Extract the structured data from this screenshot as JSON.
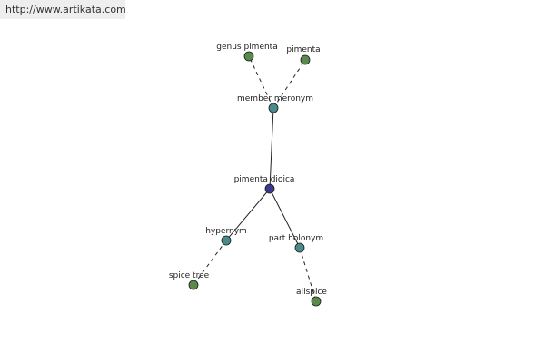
{
  "header": {
    "url": "http://www.artikata.com"
  },
  "colors": {
    "center": "#3a3a8c",
    "relation": "#4a8a8a",
    "leaf": "#5a8a4a",
    "line": "#222222",
    "label": "#222222"
  },
  "nodes": [
    {
      "id": "center",
      "label": "pimenta dioica",
      "kind": "center"
    },
    {
      "id": "member",
      "label": "member meronym",
      "kind": "relation"
    },
    {
      "id": "hypernym",
      "label": "hypernym",
      "kind": "relation"
    },
    {
      "id": "partholonym",
      "label": "part holonym",
      "kind": "relation"
    },
    {
      "id": "genus",
      "label": "genus pimenta",
      "kind": "leaf"
    },
    {
      "id": "pimenta",
      "label": "pimenta",
      "kind": "leaf"
    },
    {
      "id": "spicetree",
      "label": "spice tree",
      "kind": "leaf"
    },
    {
      "id": "allspice",
      "label": "allspice",
      "kind": "leaf"
    }
  ],
  "edges": [
    {
      "from": "center",
      "to": "member",
      "style": "solid"
    },
    {
      "from": "center",
      "to": "hypernym",
      "style": "solid"
    },
    {
      "from": "center",
      "to": "partholonym",
      "style": "solid"
    },
    {
      "from": "member",
      "to": "genus",
      "style": "dashed"
    },
    {
      "from": "member",
      "to": "pimenta",
      "style": "dashed"
    },
    {
      "from": "hypernym",
      "to": "spicetree",
      "style": "dashed"
    },
    {
      "from": "partholonym",
      "to": "allspice",
      "style": "dashed"
    }
  ]
}
